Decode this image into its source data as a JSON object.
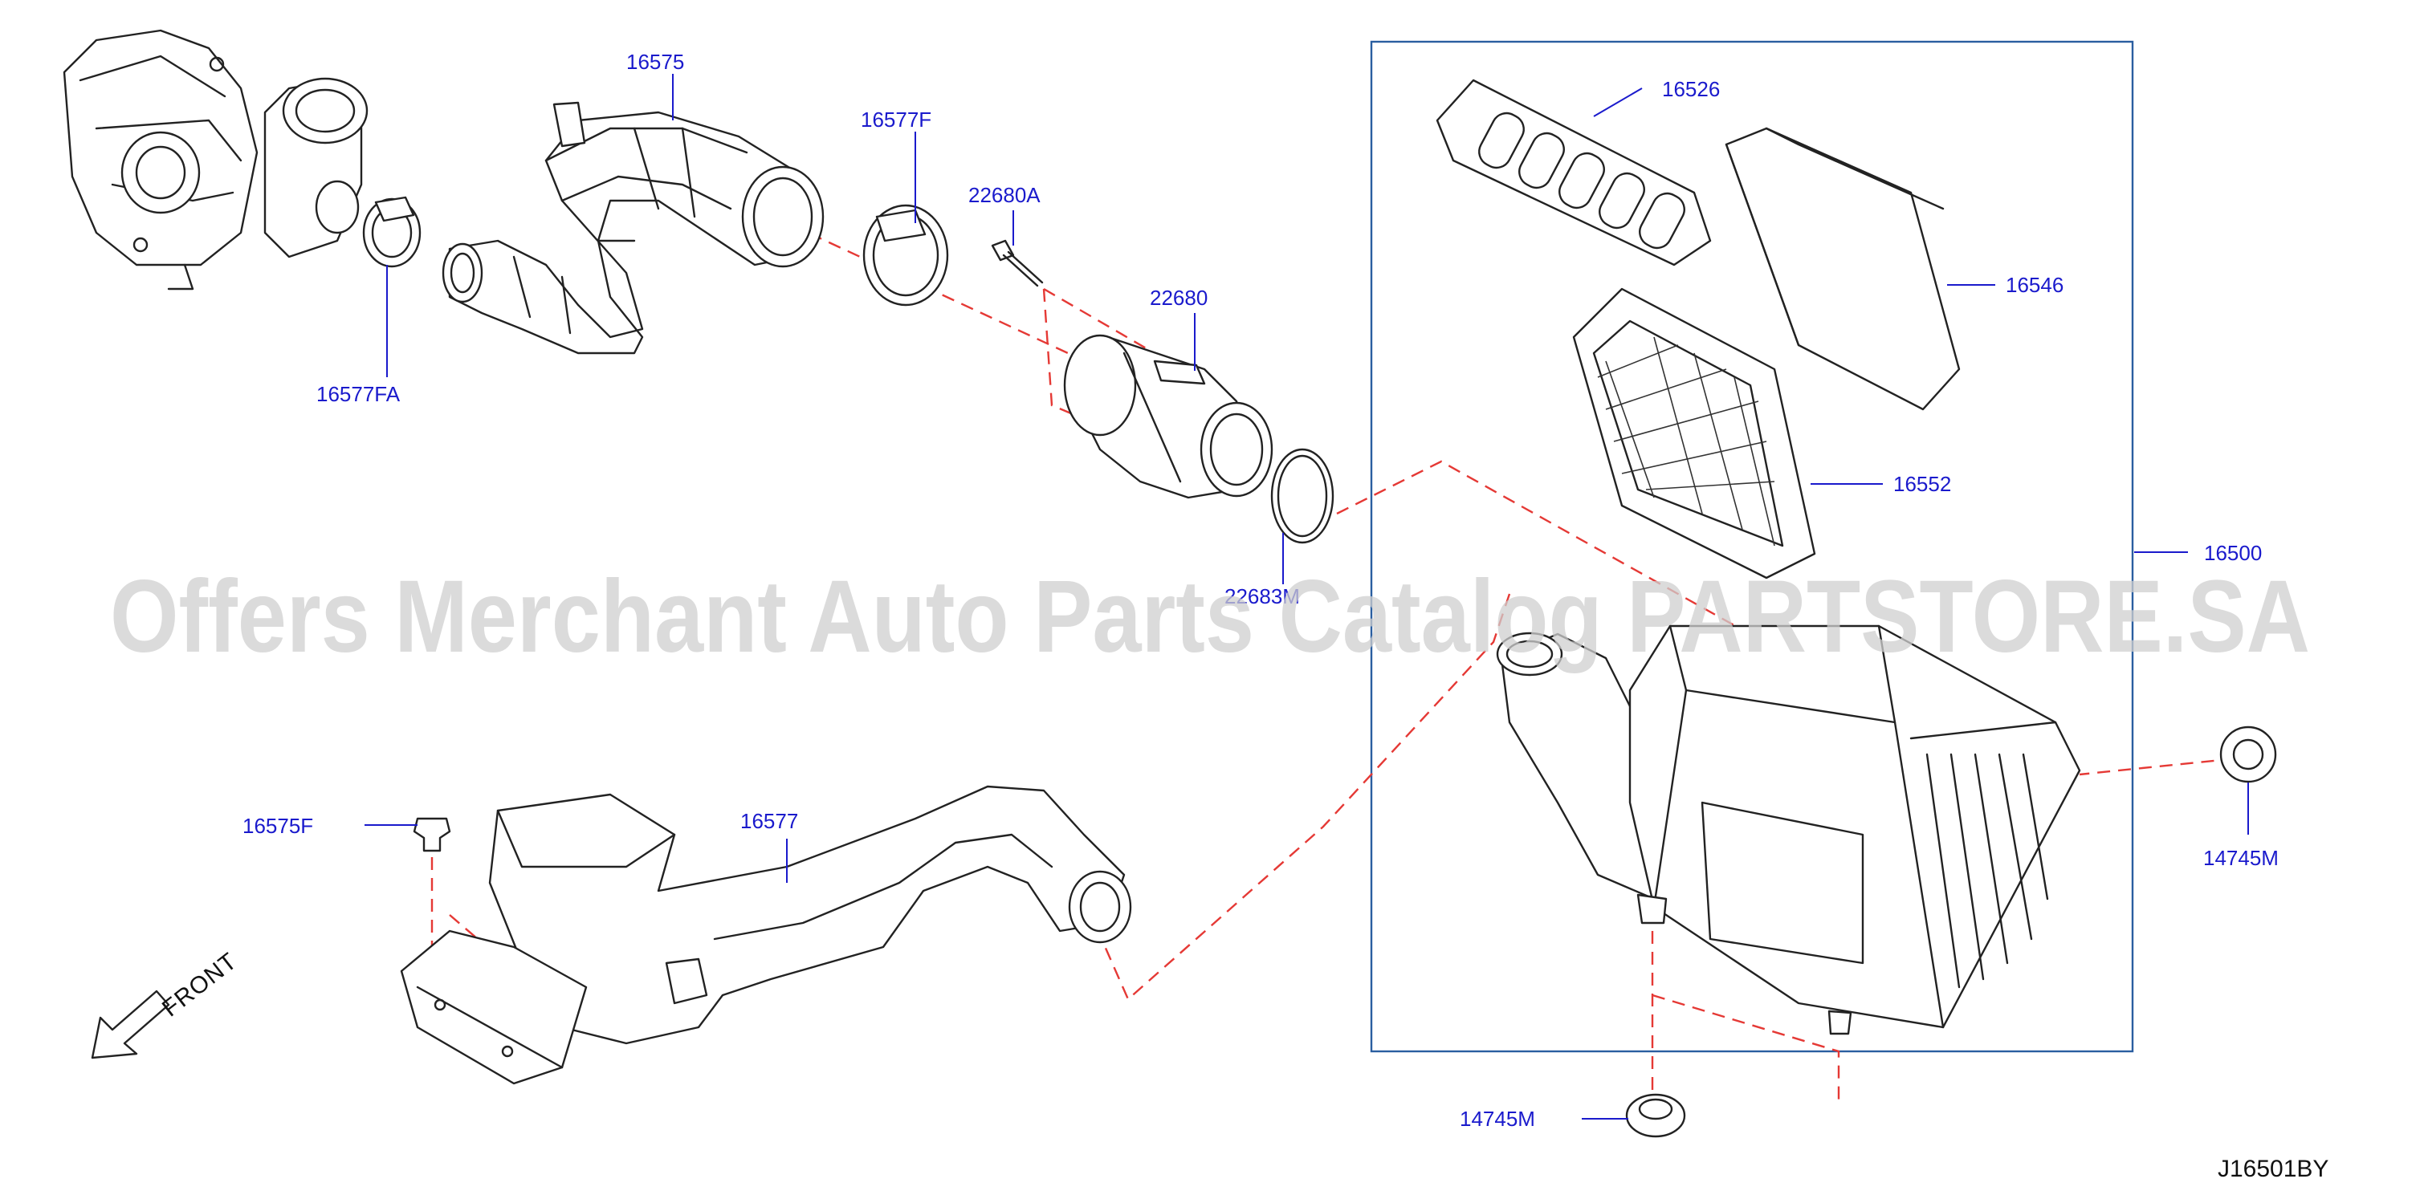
{
  "labels": {
    "l16575": "16575",
    "l16577F": "16577F",
    "l22680A": "22680A",
    "l22680": "22680",
    "l16577FA": "16577FA",
    "l22683M": "22683M",
    "l16526": "16526",
    "l16546": "16546",
    "l16552": "16552",
    "l16500": "16500",
    "l14745M_right": "14745M",
    "l14745M_bottom": "14745M",
    "l16575F": "16575F",
    "l16577": "16577"
  },
  "front_label": "FRONT",
  "diagram_code": "J16501BY",
  "watermark": "Offers Merchant Auto Parts Catalog PARTSTORE.SA",
  "colors": {
    "label_blue": "#1a1acc",
    "dashed_red": "#e53935",
    "frame_blue": "#2a5ea0",
    "line_art": "#222222",
    "watermark_gray": "#cfcfcf"
  }
}
